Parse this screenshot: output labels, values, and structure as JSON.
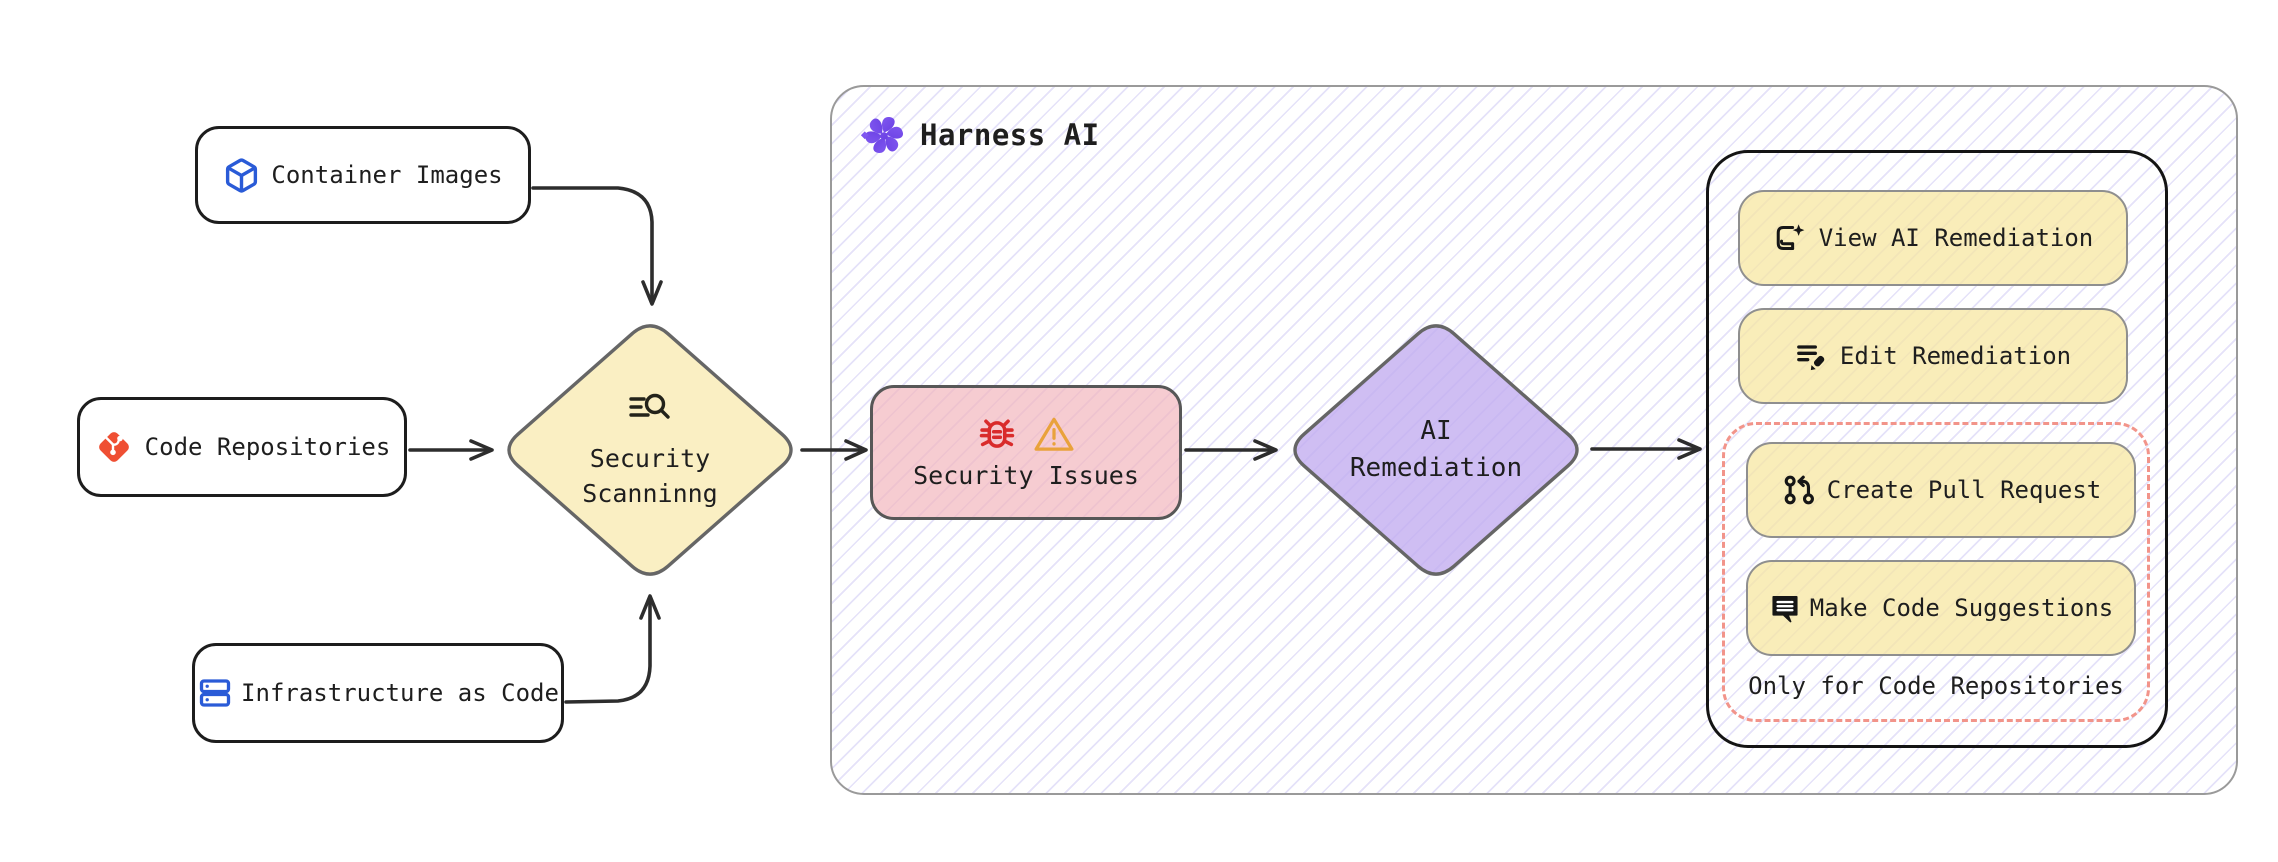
{
  "diagram": {
    "sources": [
      {
        "label": "Container Images",
        "icon": "package-cube-icon"
      },
      {
        "label": "Code Repositories",
        "icon": "git-icon"
      },
      {
        "label": "Infrastructure as Code",
        "icon": "server-stack-icon"
      }
    ],
    "scanning": {
      "line1": "Security",
      "line2": "Scanninng",
      "icon": "scan-search-icon"
    },
    "harness": {
      "title": "Harness AI",
      "icon": "harness-ai-logo-icon"
    },
    "security_issues": {
      "label": "Security Issues",
      "icons": [
        "bug-icon",
        "warning-triangle-icon"
      ]
    },
    "ai_remediation": {
      "line1": "AI",
      "line2": "Remediation"
    },
    "actions": {
      "view": {
        "label": "View AI Remediation",
        "icon": "book-sparkle-icon"
      },
      "edit": {
        "label": "Edit Remediation",
        "icon": "lines-pencil-icon"
      },
      "create_pr": {
        "label": "Create Pull Request",
        "icon": "pull-request-icon"
      },
      "suggest": {
        "label": "Make Code Suggestions",
        "icon": "code-comment-icon"
      },
      "restriction_note": "Only for Code Repositories"
    },
    "colors": {
      "yellow_fill": "#FAEFC3",
      "pink_fill": "#F6D5D8",
      "purple_fill": "#D8C9F5",
      "dashed_border": "#F2948A",
      "git_red": "#EF4F33",
      "icon_blue": "#2A5BD7",
      "bug_red": "#D92B2B",
      "warning_orange": "#E9A23B",
      "harness_purple": "#6D3DF5",
      "hatch_line": "#D9D4F2",
      "stroke_dark": "#1E1E1E",
      "harness_border": "#9A9A9A"
    }
  }
}
